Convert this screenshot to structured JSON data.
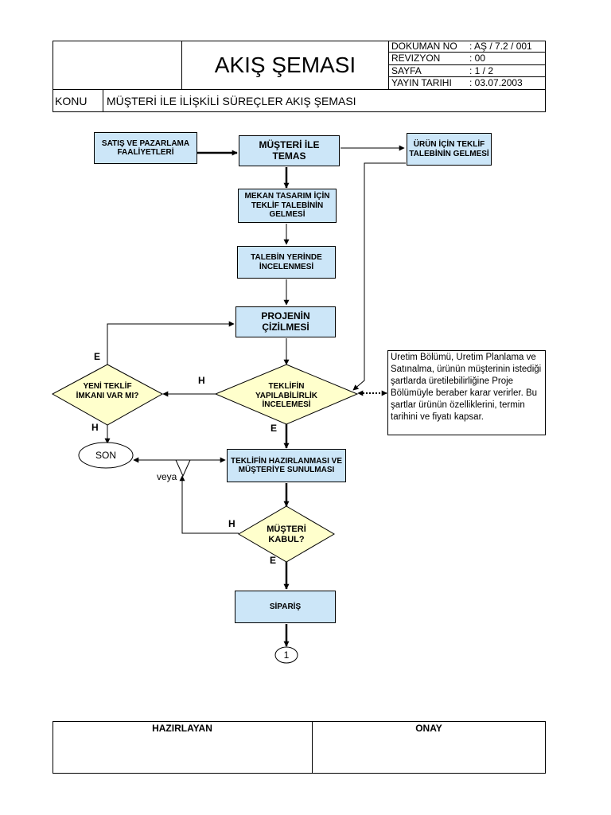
{
  "header": {
    "title": "AKIŞ ŞEMASI",
    "meta": [
      {
        "key": "DOKUMAN NO",
        "value": ": AŞ / 7.2 / 001"
      },
      {
        "key": "REVIZYON",
        "value": ": 00"
      },
      {
        "key": "SAYFA",
        "value": ": 1 / 2"
      },
      {
        "key": "YAYIN TARIHI",
        "value": ": 03.07.2003"
      }
    ],
    "konu_label": "KONU",
    "konu_value": "MÜŞTERİ İLE İLİŞKİLİ SÜREÇLER AKIŞ ŞEMASI"
  },
  "nodes": {
    "satis": "SATIŞ  VE PAZARLAMA FAALİYETLERİ",
    "musteri_temas": "MÜŞTERİ İLE TEMAS",
    "urun_teklif": "ÜRÜN İÇİN TEKLİF TALEBİNİN GELMESİ",
    "mekan_tasarim": "MEKAN TASARIM İÇİN TEKLİF TALEBİNİN GELMESİ",
    "talep_inceleme": "TALEBİN YERİNDE İNCELENMESİ",
    "proje_cizim": "PROJENİN ÇİZİLMESİ",
    "teklif_yapilabilirlik": "TEKLİFİN YAPILABİLİRLİK İNCELEMESİ",
    "yeni_teklif": "YENİ TEKLİF İMKANI VAR MI?",
    "son": "SON",
    "teklif_hazirlama": "TEKLİFİN HAZIRLANMASI VE MÜŞTERİYE SUNULMASI",
    "musteri_kabul": "MÜŞTERİ KABUL?",
    "siparis": "SİPARİŞ",
    "connector": "1",
    "veya": "veya"
  },
  "note": "Uretim Bölümü, Uretim Planlama ve Satınalma, ürünün müşterinin istediği şartlarda üretilebilirliğine Proje Bölümüyle beraber karar verirler. Bu şartlar ürünün özelliklerini, termin tarihini ve fiyatı kapsar.",
  "edge_labels": {
    "e1": "E",
    "h1": "H",
    "h2": "H",
    "e2": "E",
    "h3": "H",
    "e3": "E"
  },
  "footer": {
    "hazirlayan": "HAZIRLAYAN",
    "onay": "ONAY"
  }
}
